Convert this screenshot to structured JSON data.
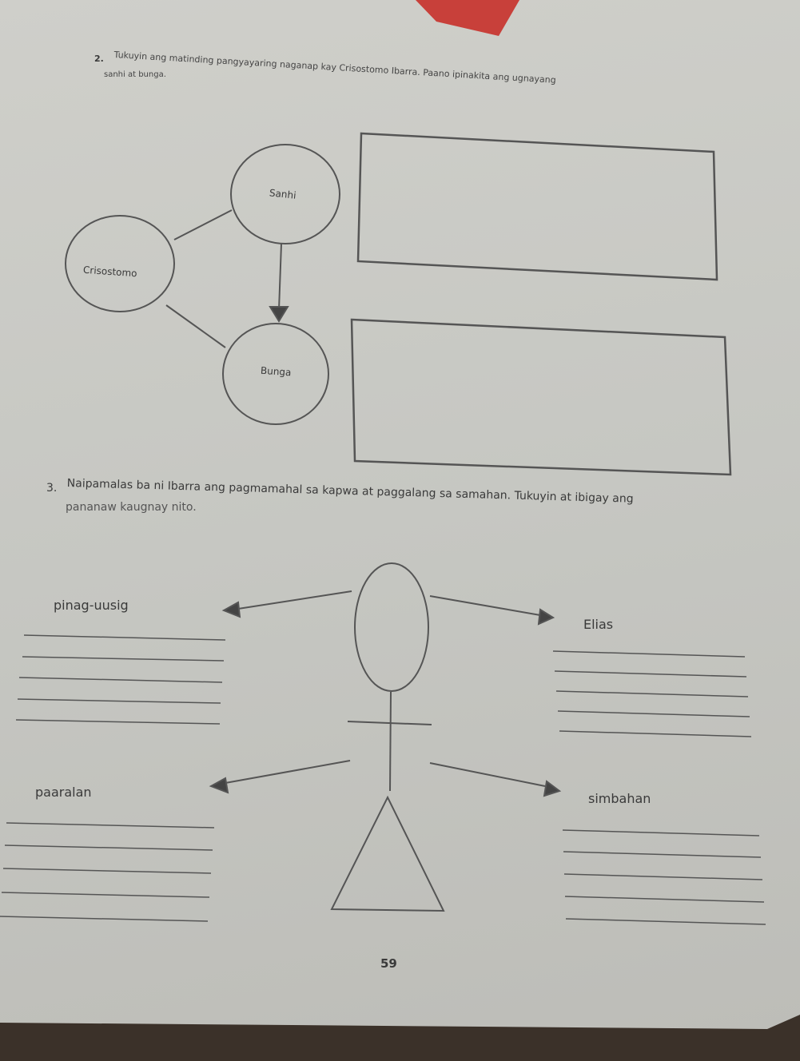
{
  "question2": {
    "number": "2.",
    "text_line1": "Tukuyin ang matinding pangyayaring naganap kay Crisostomo Ibarra. Paano ipinakita ang ugnayang",
    "text_line2": "sanhi at bunga."
  },
  "diagram": {
    "center": "Crisostomo",
    "cause": "Sanhi",
    "effect": "Bunga"
  },
  "question3": {
    "number": "3.",
    "text_line1": "Naipamalas ba ni Ibarra ang pagmamahal sa kapwa at paggalang sa samahan. Tukuyin at ibigay ang",
    "text_line2": "pananaw kaugnay nito."
  },
  "figure_labels": {
    "top_left": "pinag-uusig",
    "top_right": "Elias",
    "bottom_left": "paaralan",
    "bottom_right": "simbahan"
  },
  "page_number": "59"
}
